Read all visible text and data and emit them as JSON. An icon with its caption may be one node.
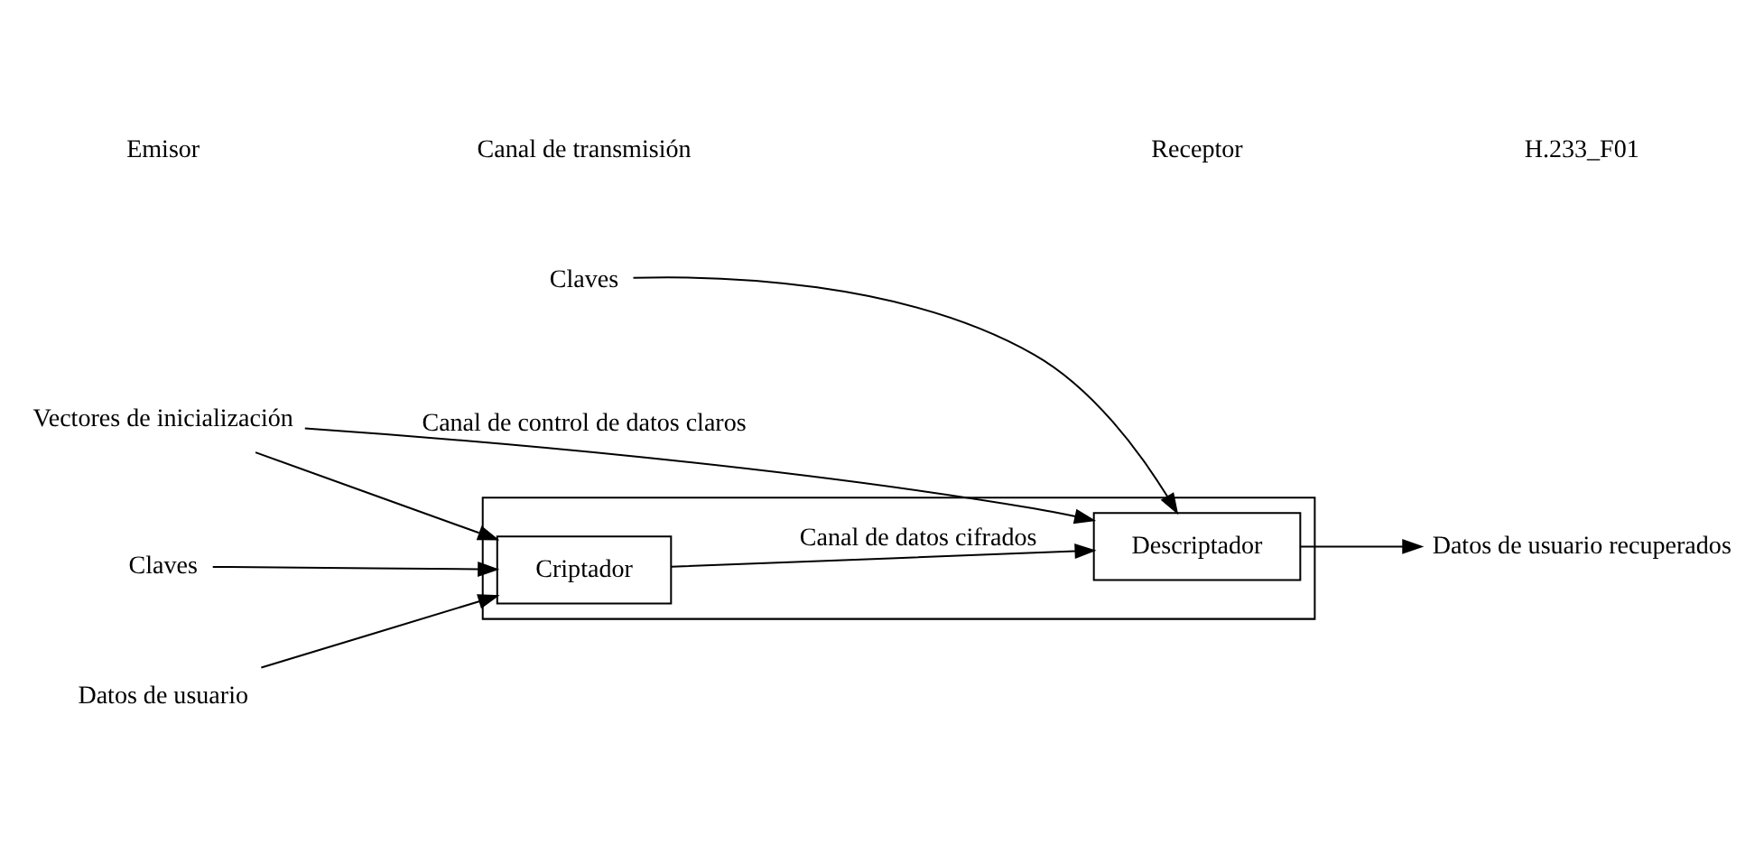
{
  "diagram": {
    "nodes": [
      {
        "text": [],
        "shape": "box"
      },
      {
        "text": [
          "Claves"
        ]
      },
      {
        "text": [
          "Datos de usuario"
        ]
      },
      {
        "text": [
          "Criptador"
        ],
        "in": 0
      },
      {
        "text": [
          "Descriptador"
        ],
        "in": 0
      },
      {
        "text": [
          "Claves"
        ]
      },
      {
        "text": [
          "Datos de usuario recuperados"
        ]
      },
      {
        "text": [
          "Vectores de inicialización"
        ]
      }
    ],
    "edges": [
      {
        "from": 1,
        "to": 3,
        "arrow": "to"
      },
      {
        "from": 2,
        "to": 3,
        "arrow": "to"
      },
      {
        "from": 3,
        "to": 4,
        "arrow": "to",
        "label": "Canal de datos cifrados"
      },
      {
        "from": 5,
        "to": 4,
        "arrow": "to"
      },
      {
        "from": 4,
        "to": 6,
        "arrow": "to"
      },
      {
        "from": 7,
        "to": 3,
        "arrow": "to"
      },
      {
        "from": 7,
        "to": 4,
        "arrow": "to",
        "label": "Canal de control de datos claros"
      }
    ],
    "labels": [
      "Emisor",
      "Canal de transmisión",
      "Receptor",
      "H.233_F01"
    ]
  }
}
